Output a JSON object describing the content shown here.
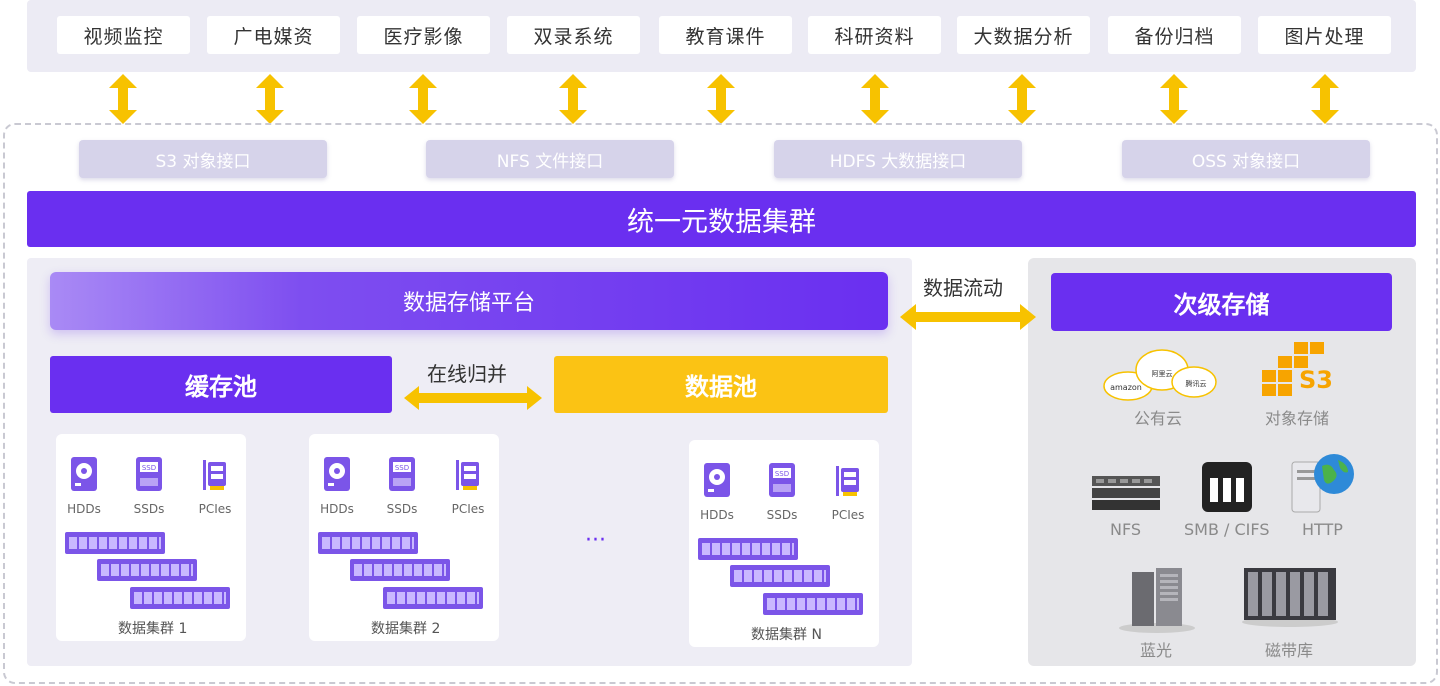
{
  "apps": [
    "视频监控",
    "广电媒资",
    "医疗影像",
    "双录系统",
    "教育课件",
    "科研资料",
    "大数据分析",
    "备份归档",
    "图片处理"
  ],
  "interfaces": [
    "S3 对象接口",
    "NFS 文件接口",
    "HDFS 大数据接口",
    "OSS 对象接口"
  ],
  "cluster_title": "统一元数据集群",
  "platform_title": "数据存储平台",
  "data_flow_label": "数据流动",
  "cache_pool": "缓存池",
  "merge_label": "在线归并",
  "data_pool": "数据池",
  "devices": {
    "hdd": "HDDs",
    "ssd": "SSDs",
    "pcie": "PCIes"
  },
  "clusters": [
    "数据集群 1",
    "数据集群 2",
    "数据集群 N"
  ],
  "ellipsis": "···",
  "secondary": {
    "title": "次级存储",
    "public_cloud": "公有云",
    "object_storage": "对象存储",
    "nfs": "NFS",
    "smb": "SMB / CIFS",
    "http": "HTTP",
    "bluray": "蓝光",
    "tape": "磁带库",
    "cloud_brands": [
      "amazon",
      "阿里云",
      "腾讯云"
    ],
    "s3_badge": "S3"
  },
  "colors": {
    "purple": "#6a2ff0",
    "yellow": "#fbc314",
    "arrow": "#f7c200"
  }
}
